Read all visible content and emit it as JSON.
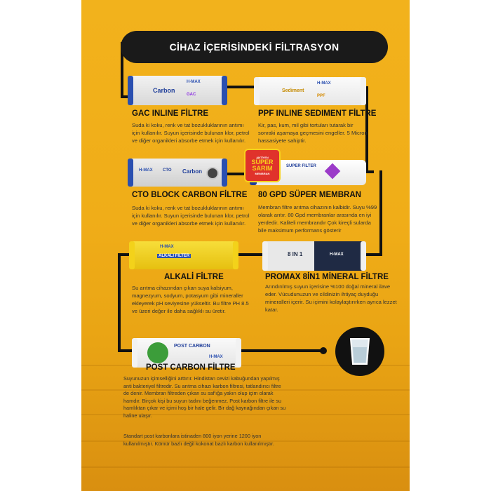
{
  "title": "CİHAZ İÇERİSİNDEKİ FİLTRASYON",
  "filters": [
    {
      "name": "GAC INLINE FİLTRE",
      "label": "Carbon",
      "brand": "H-MAX",
      "badge": "GAC",
      "description": "Suda ki koku, renk ve tat bozukluklarının antımı için kullanılır. Suyun içerisinde bulunan klor, petrol ve diğer organikleri absorbe etmek için kullanılır."
    },
    {
      "name": "PPF INLINE SEDIMENT FİLTRE",
      "label": "Sediment",
      "brand": "H-MAX",
      "badge": "PPF",
      "description": "Kir, pas, kum, mil gibi tortuları tutarak bir sonraki aşamaya geçmesini engeller. 5 Micron hassasiyete sahiptir."
    },
    {
      "name": "CTO BLOCK CARBON FİLTRE",
      "label": "Carbon",
      "brand": "H-MAX",
      "badge": "CTO",
      "description": "Suda ki koku, renk ve tat bozukluklarının antımı için kullanılır. Suyun içerisinde bulunan klor, petrol ve diğer organikleri absorbe etmek için kullanılır."
    },
    {
      "name": "80 GPD SÜPER MEMBRAN",
      "label": "SUPER FILTER",
      "sticker_top": "ANTİYEN",
      "sticker_main": "SÜPER SARIM",
      "sticker_bottom": "MEMBRAN",
      "description": "Membran filtre arıtma cihazının kalbidir. Suyu %99 olarak arıtır. 80 Gpd membranlar arasında en iyi yerdedir. Kaliteli membrandır Çok kireçli sularda bile maksimum performans gösterir"
    },
    {
      "name": "ALKALİ FİLTRE",
      "label": "ALKALI FILTER",
      "brand": "H-MAX",
      "description": "Su arıtma cihazından çıkan suya kalsiyum, magnezyum, sodyum, potasyum gibi mineraller ekleyerek pH seviyesine yükseltir. Bu filtre PH 8.5 ve üzeri değer ile daha sağlıklı su üretir."
    },
    {
      "name": "PROMAX 8İN1 MİNERAL FİLTRE",
      "label": "8 IN 1",
      "brand": "H-MAX",
      "description": "Arındırılmış suyun içerisine %100 doğal mineral ilave eder. Vücudunuzun ve cildinizin ihtiyaç duyduğu mineralleri içerir. Su içimini kolaylaştırırken ayrıca lezzet katar."
    },
    {
      "name": "POST CARBON FİLTRE",
      "label": "POST CARBON",
      "brand": "H-MAX",
      "description": "Suyunuzun içimselliğini arttırır. Hindistan cevizi kabuğundan yapılmış anti bakteriyel filtredir. Su arıtma cihazı karbon filtresi, tatlandırıcı filtre de denir. Membran filtreden çıkan su saf'ığa yakın olup içim olarak hamdır. Birçok kişi bu suyun tadını beğenmez. Post karbon filtre ile su hamlıktan çıkar ve içimi hoş bir hale gelir. Bir dağ kaynağından çıkan su haline ulaşır.",
      "description2": "Standart post karbonlara istinaden 800 iyon yerine 1200 iyon kullanılmıştır. Kömür bazlı değil kokonat bazlı karbon kullanılmıştır."
    }
  ],
  "colors": {
    "background": "#f0ad18",
    "line": "#111111",
    "title_bar": "#1a1a1a",
    "carbon_cap": "#2a4fb0",
    "alkali_body": "#f3d21a"
  },
  "icons": {
    "glass": "water-glass-icon"
  }
}
